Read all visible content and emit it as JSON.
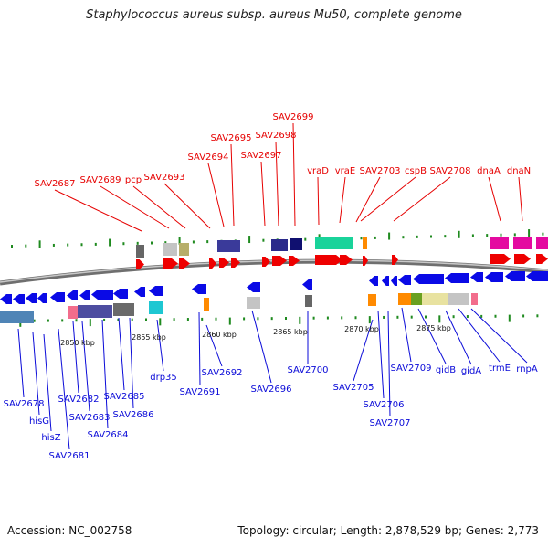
{
  "title": "Staphylococcus aureus subsp. aureus Mu50, complete genome",
  "accession": "Accession: NC_002758",
  "topology": "Topology: circular; Length: 2,878,529 bp; Genes: 2,773",
  "colors": {
    "forward_label": "#e60000",
    "reverse_label": "#0a0ad8",
    "forward_arrow": "#ee0000",
    "reverse_arrow": "#0a0ae6",
    "tick": "#1f8a1f",
    "backbone": "#777777"
  },
  "kbp_labels": [
    "2850 kbp",
    "2855 kbp",
    "2860 kbp",
    "2865 kbp",
    "2870 kbp",
    "2875 kbp"
  ],
  "top_labels": [
    "SAV2687",
    "SAV2689",
    "pcp",
    "SAV2693",
    "SAV2694",
    "SAV2695",
    "SAV2697",
    "SAV2698",
    "SAV2699",
    "vraD",
    "vraE",
    "SAV2703",
    "cspB",
    "SAV2708",
    "dnaA",
    "dnaN"
  ],
  "bottom_labels": [
    "SAV2678",
    "hisG",
    "hisZ",
    "SAV2681",
    "SAV2682",
    "SAV2683",
    "SAV2684",
    "SAV2685",
    "SAV2686",
    "drp35",
    "SAV2691",
    "SAV2692",
    "SAV2696",
    "SAV2700",
    "SAV2705",
    "SAV2706",
    "SAV2707",
    "SAV2709",
    "gidB",
    "gidA",
    "trmE",
    "rnpA"
  ]
}
